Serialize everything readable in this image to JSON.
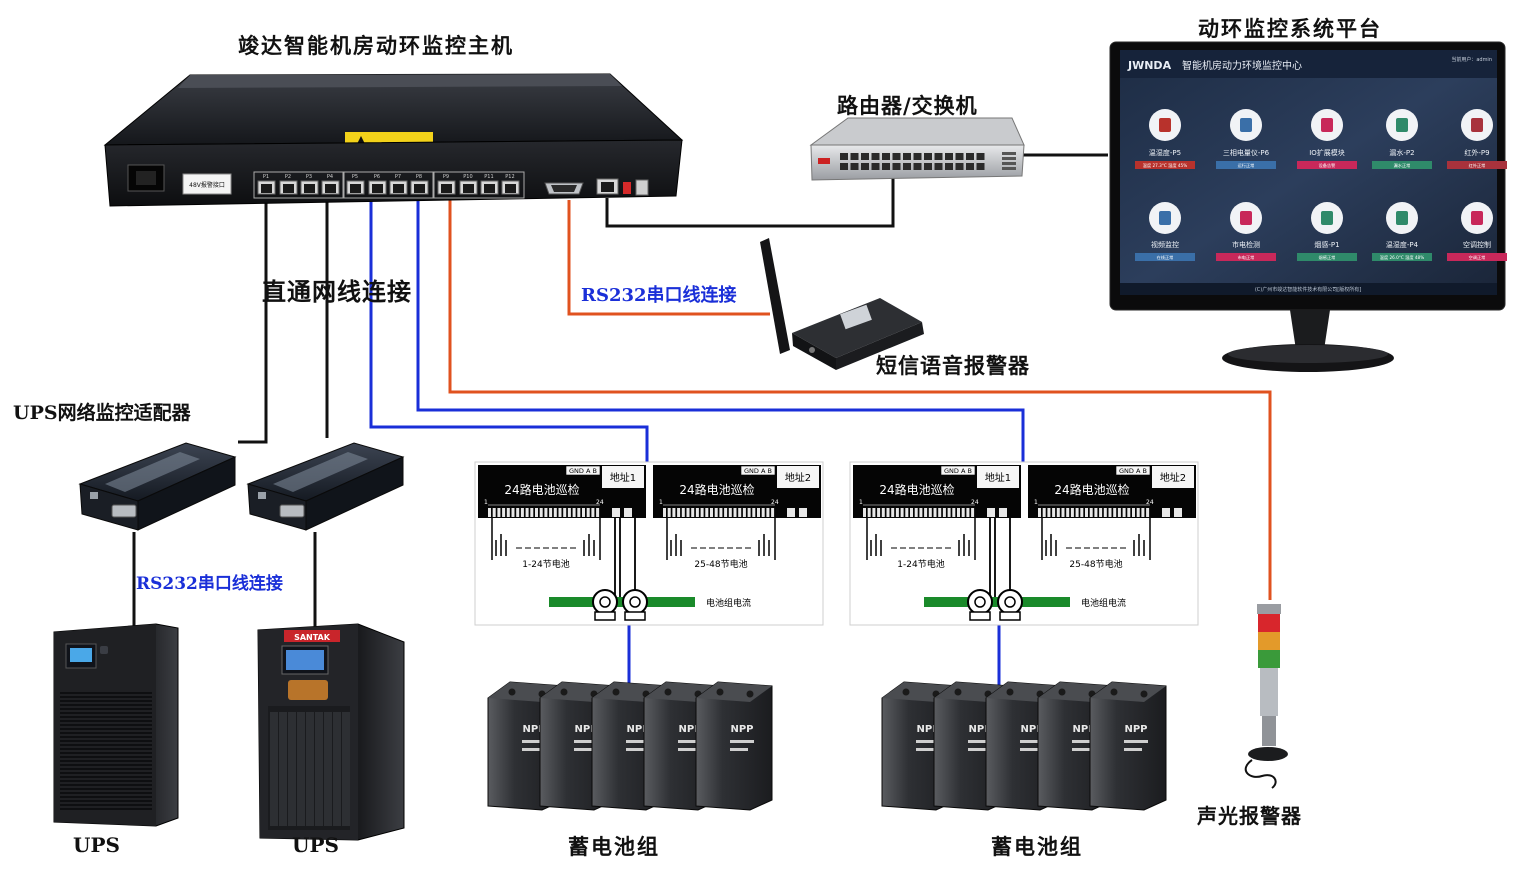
{
  "labels": {
    "host_title": "竣达智能机房动环监控主机",
    "platform_title": "动环监控系统平台",
    "router": "路由器/交换机",
    "straight_cable": "直通网线连接",
    "rs232_top": "RS232串口线连接",
    "sms_alarm": "短信语音报警器",
    "ups_adapter": "UPS网络监控适配器",
    "rs232_bottom": "RS232串口线连接",
    "ups1": "UPS",
    "ups2": "UPS",
    "battery1": "蓄电池组",
    "battery2": "蓄电池组",
    "sound_light": "声光报警器"
  },
  "host": {
    "port_labels": [
      "P1",
      "P2",
      "P3",
      "P4",
      "P5",
      "P6",
      "P7",
      "P8",
      "P9",
      "P10",
      "P11",
      "P12"
    ],
    "power_label": "48V报警接口"
  },
  "monitor": {
    "logo": "JWNDA",
    "header_title": "智能机房动力环境监控中心",
    "user_text": "当前用户：admin",
    "footer": "(C)广州市竣达智能软件技术有限公司[版权所有]",
    "tiles": [
      {
        "label": "温湿度-P5",
        "status": "温度 27.3°C  湿度 45%",
        "icon": "thermometer-icon",
        "color": "#b8322c"
      },
      {
        "label": "三相电量仪-P6",
        "status": "运行正常",
        "icon": "meter-icon",
        "color": "#3a6fa8"
      },
      {
        "label": "IO扩展模块",
        "status": "设备告警",
        "icon": "io-module-icon",
        "color": "#c8285a"
      },
      {
        "label": "漏水-P2",
        "status": "漏水正常",
        "icon": "water-drop-icon",
        "color": "#2f8a6a"
      },
      {
        "label": "红外-P9",
        "status": "红外正常",
        "icon": "infrared-icon",
        "color": "#a8323c"
      },
      {
        "label": "视频监控",
        "status": "在线正常",
        "icon": "video-icon",
        "color": "#3a6fa8"
      },
      {
        "label": "市电检测",
        "status": "市电正常",
        "icon": "mains-icon",
        "color": "#c8285a"
      },
      {
        "label": "烟感-P1",
        "status": "烟感正常",
        "icon": "smoke-icon",
        "color": "#2f8a6a"
      },
      {
        "label": "温湿度-P4",
        "status": "温度 26.0°C  湿度 48%",
        "icon": "thermometer-icon",
        "color": "#2f8a6a"
      },
      {
        "label": "空调控制",
        "status": "空调正常",
        "icon": "aircon-icon",
        "color": "#c8285a"
      }
    ]
  },
  "bms": [
    {
      "modules": [
        {
          "header": "GND A B",
          "title": "24路电池巡检",
          "addr": "地址1",
          "range_start": "1",
          "range_end": "24",
          "batteries": "1-24节电池"
        },
        {
          "header": "GND A B",
          "title": "24路电池巡检",
          "addr": "地址2",
          "range_start": "1",
          "range_end": "24",
          "batteries": "25-48节电池"
        }
      ],
      "current_label": "电池组电流"
    },
    {
      "modules": [
        {
          "header": "GND A B",
          "title": "24路电池巡检",
          "addr": "地址1",
          "range_start": "1",
          "range_end": "24",
          "batteries": "1-24节电池"
        },
        {
          "header": "GND A B",
          "title": "24路电池巡检",
          "addr": "地址2",
          "range_start": "1",
          "range_end": "24",
          "batteries": "25-48节电池"
        }
      ],
      "current_label": "电池组电流"
    }
  ],
  "battery_brand": "NPP",
  "ups_brand": "SANTAK",
  "colors": {
    "black_line": "#111111",
    "blue_line": "#1a2fd8",
    "orange_line": "#e0521f",
    "green_bar": "#1a8a2a"
  }
}
